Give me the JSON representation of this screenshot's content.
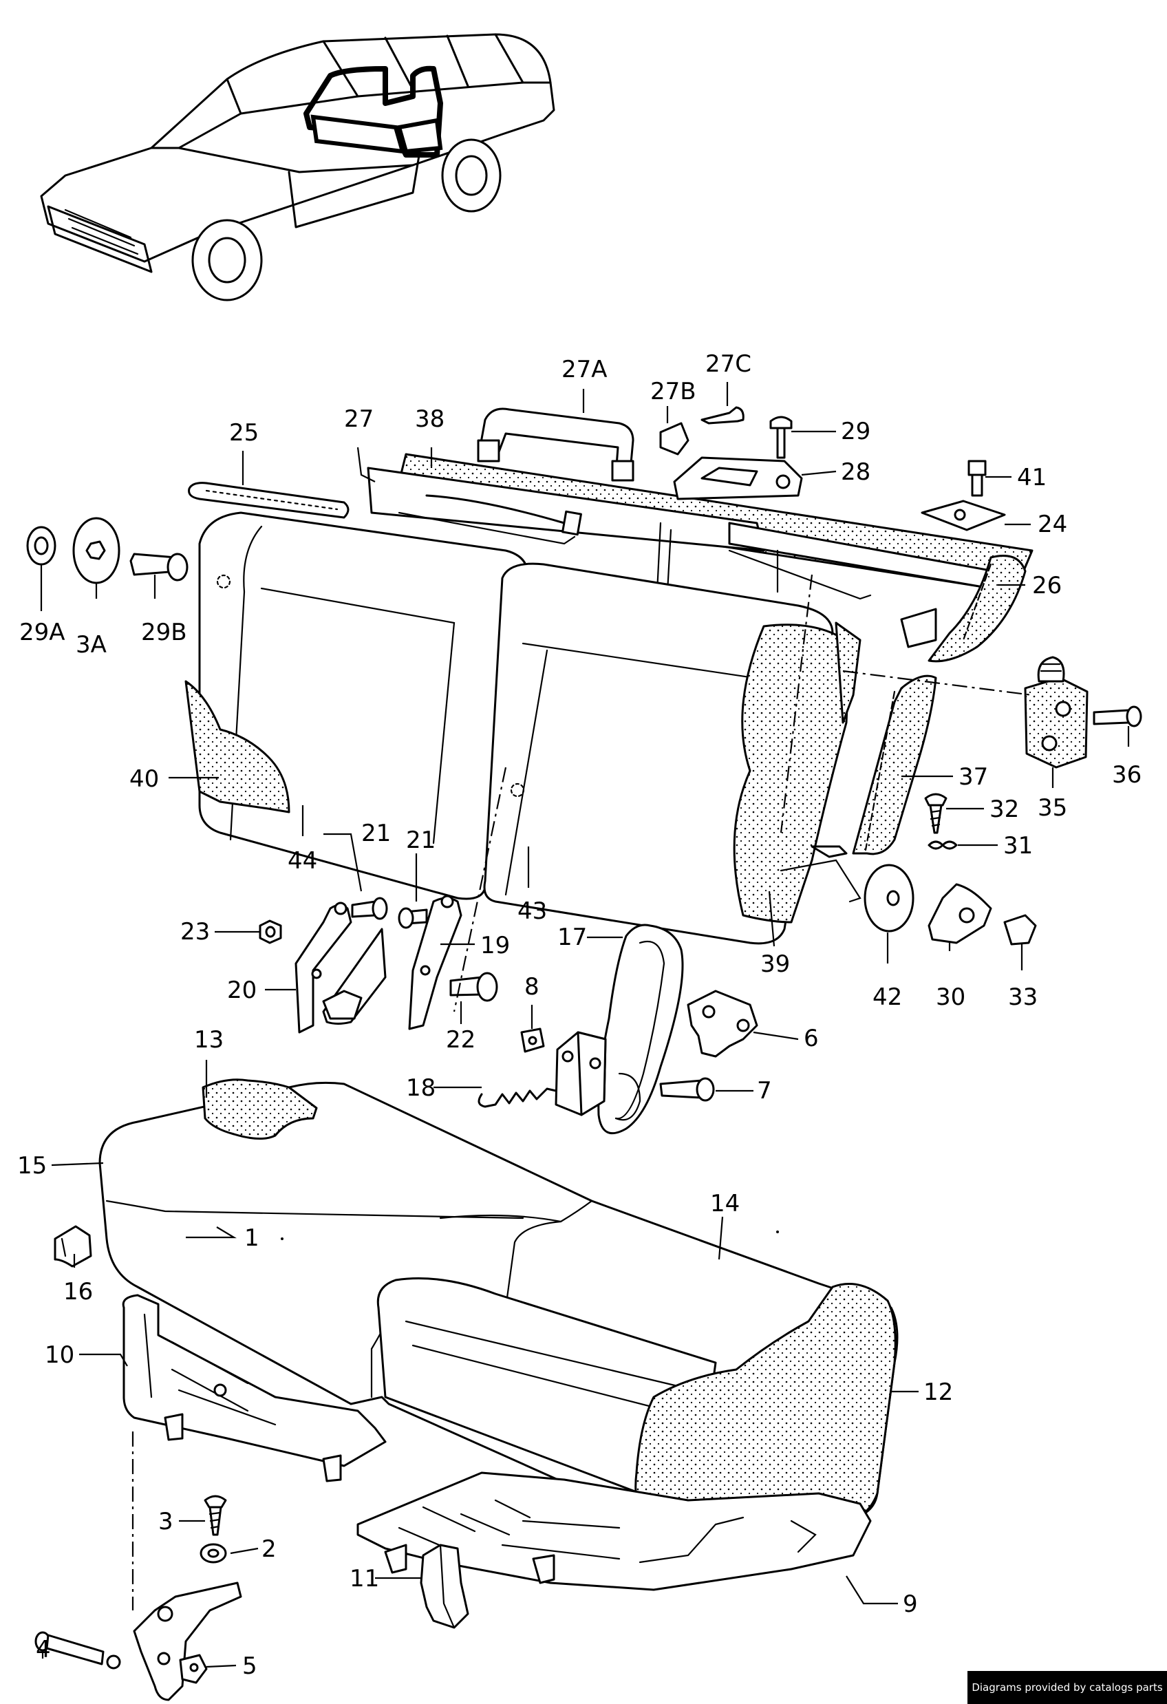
{
  "parts": [
    {
      "id": "p1",
      "label": "1"
    },
    {
      "id": "p2",
      "label": "2"
    },
    {
      "id": "p3",
      "label": "3"
    },
    {
      "id": "p3a",
      "label": "3A"
    },
    {
      "id": "p4",
      "label": "4"
    },
    {
      "id": "p5",
      "label": "5"
    },
    {
      "id": "p6",
      "label": "6"
    },
    {
      "id": "p7",
      "label": "7"
    },
    {
      "id": "p8",
      "label": "8"
    },
    {
      "id": "p9",
      "label": "9"
    },
    {
      "id": "p10",
      "label": "10"
    },
    {
      "id": "p11",
      "label": "11"
    },
    {
      "id": "p12",
      "label": "12"
    },
    {
      "id": "p13",
      "label": "13"
    },
    {
      "id": "p14",
      "label": "14"
    },
    {
      "id": "p15",
      "label": "15"
    },
    {
      "id": "p16",
      "label": "16"
    },
    {
      "id": "p17",
      "label": "17"
    },
    {
      "id": "p18",
      "label": "18"
    },
    {
      "id": "p19",
      "label": "19"
    },
    {
      "id": "p20",
      "label": "20"
    },
    {
      "id": "p21a",
      "label": "21"
    },
    {
      "id": "p21b",
      "label": "21"
    },
    {
      "id": "p22",
      "label": "22"
    },
    {
      "id": "p23",
      "label": "23"
    },
    {
      "id": "p24",
      "label": "24"
    },
    {
      "id": "p25",
      "label": "25"
    },
    {
      "id": "p26",
      "label": "26"
    },
    {
      "id": "p27",
      "label": "27"
    },
    {
      "id": "p27a",
      "label": "27A"
    },
    {
      "id": "p27b",
      "label": "27B"
    },
    {
      "id": "p27c",
      "label": "27C"
    },
    {
      "id": "p28",
      "label": "28"
    },
    {
      "id": "p29",
      "label": "29"
    },
    {
      "id": "p29a",
      "label": "29A"
    },
    {
      "id": "p29b",
      "label": "29B"
    },
    {
      "id": "p30",
      "label": "30"
    },
    {
      "id": "p31",
      "label": "31"
    },
    {
      "id": "p32",
      "label": "32"
    },
    {
      "id": "p33",
      "label": "33"
    },
    {
      "id": "p35",
      "label": "35"
    },
    {
      "id": "p36",
      "label": "36"
    },
    {
      "id": "p37",
      "label": "37"
    },
    {
      "id": "p38",
      "label": "38"
    },
    {
      "id": "p39",
      "label": "39"
    },
    {
      "id": "p40",
      "label": "40"
    },
    {
      "id": "p41",
      "label": "41"
    },
    {
      "id": "p42",
      "label": "42"
    },
    {
      "id": "p43",
      "label": "43"
    },
    {
      "id": "p44",
      "label": "44"
    }
  ],
  "footer": {
    "credit": "Diagrams provided by catalogs parts"
  }
}
